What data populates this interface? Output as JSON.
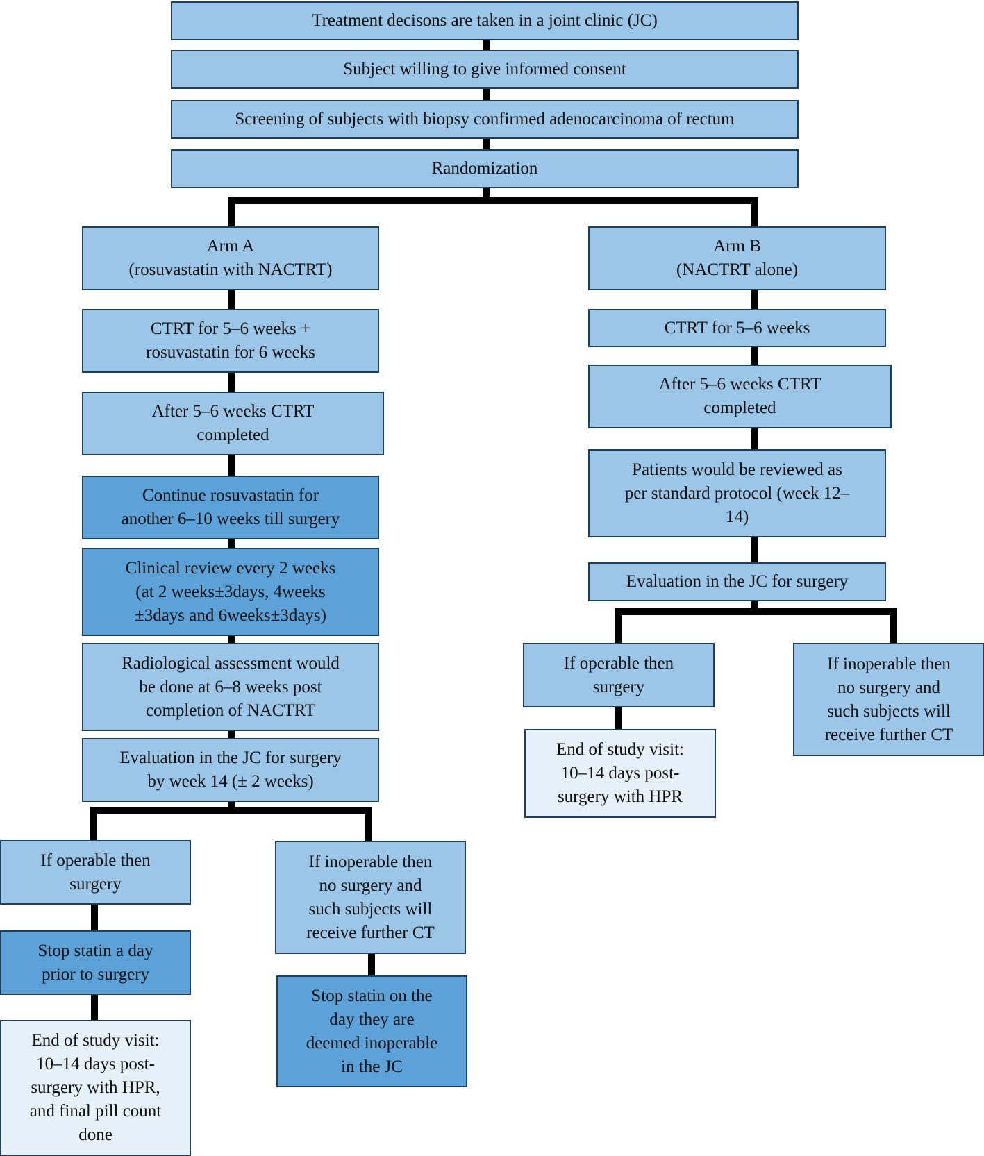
{
  "flowchart": {
    "top": [
      "Treatment decisons are taken in a joint clinic (JC)",
      "Subject willing to give informed consent",
      "Screening of subjects with biopsy confirmed adenocarcinoma of rectum",
      "Randomization"
    ],
    "arm_a": {
      "header": "Arm A\n(rosuvastatin with NACTRT)",
      "steps": [
        "CTRT for 5–6 weeks +\nrosuvastatin for 6 weeks",
        "After 5–6 weeks CTRT\ncompleted",
        "Continue rosuvastatin for\nanother 6–10 weeks till surgery",
        "Clinical review every 2 weeks\n(at 2 weeks±3days, 4weeks\n±3days and 6weeks±3days)",
        "Radiological assessment would\nbe done at 6–8 weeks post\ncompletion of NACTRT",
        "Evaluation in the JC for surgery\nby week 14 (± 2 weeks)"
      ],
      "operable": "If operable then\nsurgery",
      "operable_stop": "Stop statin a day\nprior to surgery",
      "operable_end": "End of study visit:\n10–14 days post-\nsurgery with HPR,\nand final pill count\ndone",
      "inoperable": "If inoperable then\nno surgery and\nsuch subjects will\nreceive further CT",
      "inoperable_stop": "Stop statin on the\nday they are\ndeemed inoperable\nin the JC"
    },
    "arm_b": {
      "header": "Arm B\n(NACTRT alone)",
      "steps": [
        "CTRT for 5–6 weeks",
        "After 5–6 weeks CTRT\ncompleted",
        "Patients would be reviewed as\nper standard protocol (week 12–\n14)",
        "Evaluation in the JC for surgery"
      ],
      "operable": "If operable then\nsurgery",
      "operable_end": "End of study visit:\n10–14 days post-\nsurgery with HPR",
      "inoperable": "If inoperable then\nno surgery and\nsuch subjects will\nreceive further CT"
    }
  },
  "colors": {
    "light_box": "#9cc6e8",
    "dark_box": "#5ca2d8",
    "pale_box": "#e6f0f8",
    "border": "#1f3f5f",
    "connector": "#000000"
  }
}
